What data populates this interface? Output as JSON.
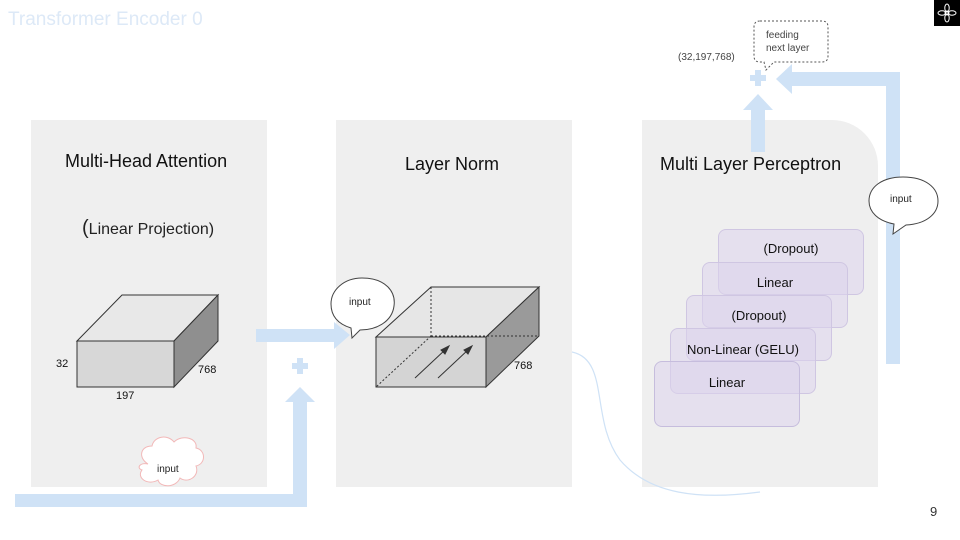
{
  "slide": {
    "title": "Transformer Encoder 0",
    "page_number": "9"
  },
  "mha": {
    "title": "Multi-Head Attention",
    "subtitle_paren": "(",
    "subtitle_text": "Linear Projection)",
    "dim_depth": "32",
    "dim_width": "197",
    "dim_length": "768"
  },
  "layer_norm": {
    "title": "Layer Norm",
    "dim_length": "768"
  },
  "mlp": {
    "title": "Multi Layer Perceptron",
    "layers": [
      "(Dropout)",
      "Linear",
      "(Dropout)",
      "Non-Linear (GELU)",
      "Linear"
    ]
  },
  "bubbles": {
    "input_bottom": "input",
    "input_layernorm": "input",
    "input_right": "input",
    "feeding_line1": "feeding",
    "feeding_line2": "next layer"
  },
  "output_shape": "(32,197,768)",
  "colors": {
    "arrow": "#cfe2f6",
    "panel": "#efefef",
    "mlp_box": "#ddd4ec",
    "title": "#dde9f7",
    "cloud_outline": "#f2b8b8"
  }
}
